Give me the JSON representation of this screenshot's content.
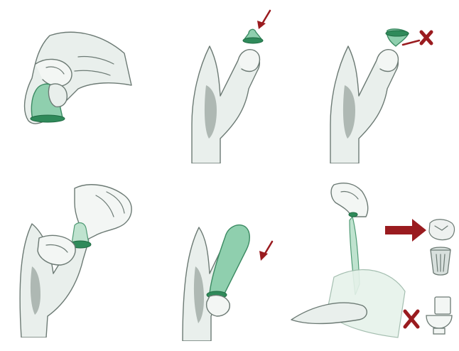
{
  "steps": [
    {
      "id": 1,
      "description_icon": "hand-holding-condom-icon"
    },
    {
      "id": 2,
      "description_icon": "place-condom-on-tip-icon"
    },
    {
      "id": 3,
      "description_icon": "wrong-side-condom-icon"
    },
    {
      "id": 4,
      "description_icon": "pinch-tip-roll-down-icon"
    },
    {
      "id": 5,
      "description_icon": "fully-rolled-condom-icon"
    },
    {
      "id": 6,
      "description_icon": "dispose-condom-icon"
    }
  ],
  "disposal": {
    "correct": "trash-bin-icon",
    "wrong": "toilet-icon"
  },
  "colors": {
    "condom": "#8fcfae",
    "condom_rim": "#2f8a5a",
    "arrow": "#9a1b1f",
    "skin": "#e9efec",
    "outline": "#6c7a74"
  }
}
